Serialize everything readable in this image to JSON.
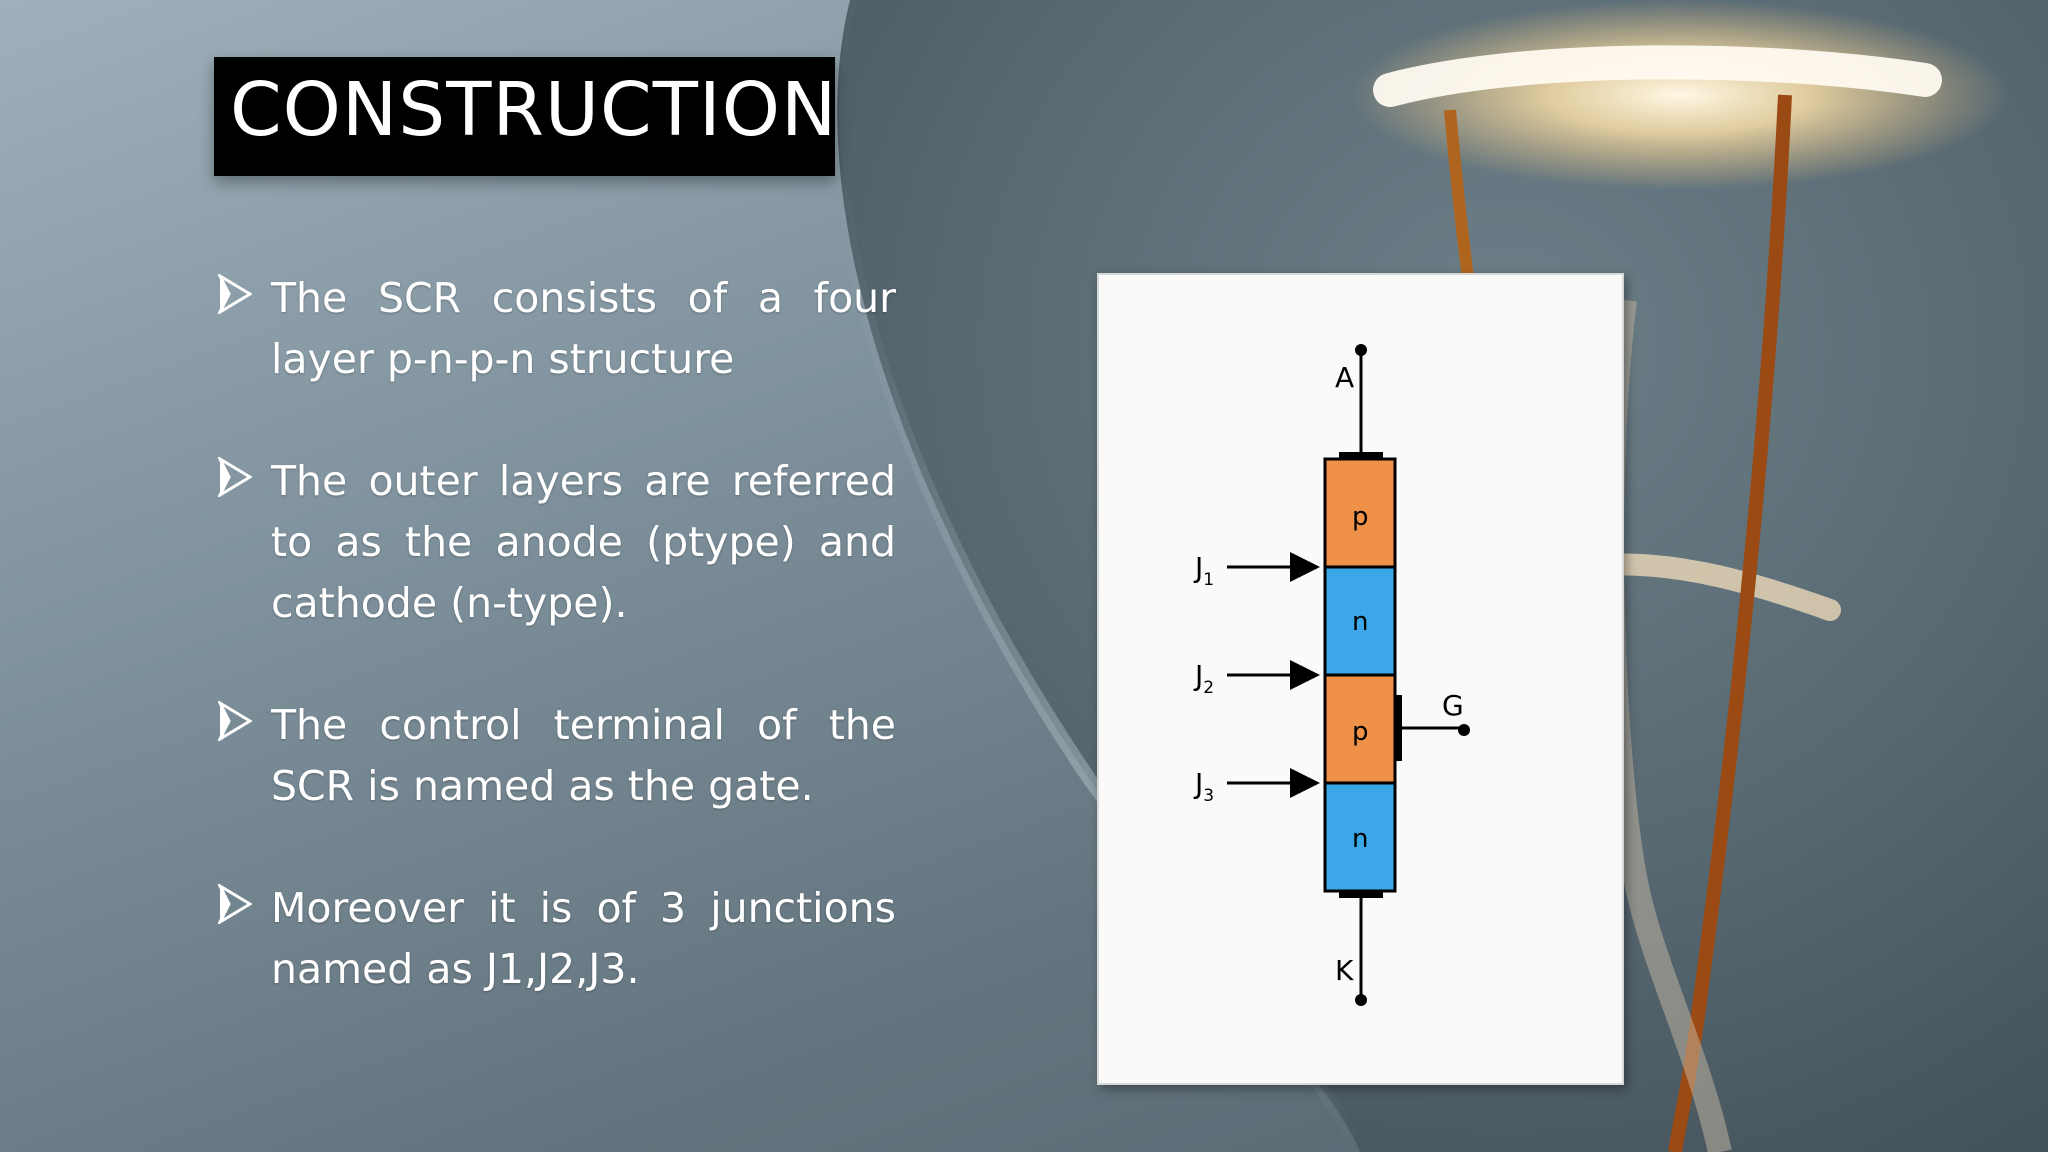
{
  "slide": {
    "title": "CONSTRUCTION",
    "bullets": [
      "The SCR consists of a four layer p-n-p-n structure",
      "The outer layers are referred to as the anode (ptype) and cathode (n-type).",
      "The control terminal of the SCR is named as the gate.",
      "Moreover it is of 3 junctions named as J1,J2,J3."
    ]
  },
  "diagram": {
    "anode_label": "A",
    "cathode_label": "K",
    "gate_label": "G",
    "layers": [
      "p",
      "n",
      "p",
      "n"
    ],
    "junctions": [
      {
        "letter": "J",
        "sub": "1"
      },
      {
        "letter": "J",
        "sub": "2"
      },
      {
        "letter": "J",
        "sub": "3"
      }
    ]
  },
  "colors": {
    "p_layer": "#f0914a",
    "n_layer": "#3ba7e8",
    "title_bg": "#000000"
  }
}
